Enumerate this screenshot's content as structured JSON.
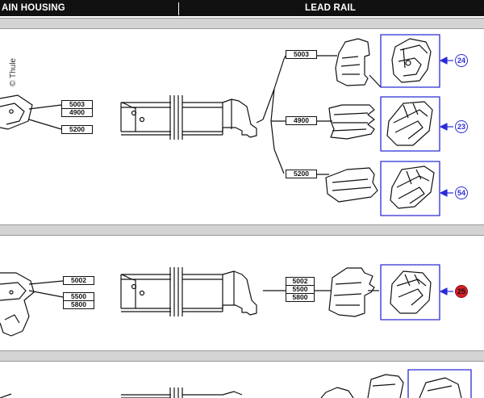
{
  "header": {
    "left_title": "AIN HOUSING",
    "right_title": "LEAD RAIL"
  },
  "watermark": "© Thule",
  "section1": {
    "housing_labels": [
      "5003",
      "4900",
      "5200"
    ],
    "rail_labels": [
      "5003",
      "4900",
      "5200"
    ],
    "callouts": [
      "24",
      "23",
      "54"
    ]
  },
  "section2": {
    "housing_labels": [
      "5002",
      "5500",
      "5800"
    ],
    "rail_labels": [
      "5002",
      "5500",
      "5800"
    ],
    "callout": "25"
  },
  "colors": {
    "callout_blue": "#2b2bd6",
    "callout_red": "#d8202a",
    "band_gray": "#d3d3d3"
  }
}
